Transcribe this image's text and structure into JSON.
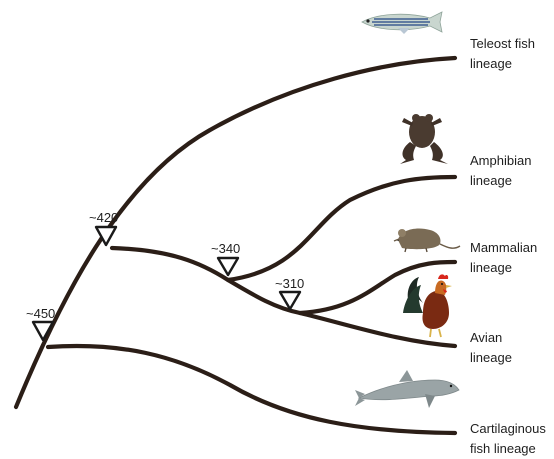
{
  "nodes": [
    {
      "id": "n450",
      "label": "~450"
    },
    {
      "id": "n420",
      "label": "~420"
    },
    {
      "id": "n340",
      "label": "~340"
    },
    {
      "id": "n310",
      "label": "~310"
    }
  ],
  "lineages": [
    {
      "id": "teleost",
      "line1": "Teleost fish",
      "line2": "lineage",
      "icon": "zebrafish-icon"
    },
    {
      "id": "amphibian",
      "line1": "Amphibian",
      "line2": "lineage",
      "icon": "frog-icon"
    },
    {
      "id": "mammalian",
      "line1": "Mammalian",
      "line2": "lineage",
      "icon": "mouse-icon"
    },
    {
      "id": "avian",
      "line1": "Avian",
      "line2": "lineage",
      "icon": "rooster-icon"
    },
    {
      "id": "cartilaginous",
      "line1": "Cartilaginous",
      "line2": "fish lineage",
      "icon": "shark-icon"
    }
  ],
  "colors": {
    "branch": "#2b1e17",
    "zebrafish_body": "#c9d6cf",
    "zebrafish_stripe": "#3f5f92",
    "frog": "#4a3b30",
    "mouse": "#7a6b55",
    "rooster_body": "#7a2a12",
    "rooster_tail": "#1e2a24",
    "rooster_comb": "#d8261c",
    "shark": "#9aa4a6"
  }
}
